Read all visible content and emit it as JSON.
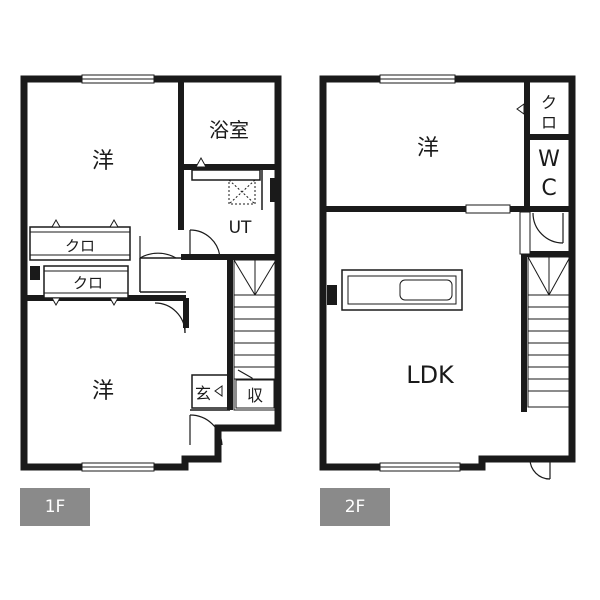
{
  "floor1": {
    "badge": "1F",
    "rooms": {
      "western_top": "洋",
      "bath": "浴室",
      "utility": "UT",
      "closet_upper": "クロ",
      "closet_lower": "クロ",
      "western_bottom": "洋",
      "entrance": "玄",
      "storage": "収"
    }
  },
  "floor2": {
    "badge": "2F",
    "rooms": {
      "western": "洋",
      "closet_ku": "ク",
      "closet_ro": "ロ",
      "wc_w": "W",
      "wc_c": "C",
      "ldk": "LDK"
    }
  },
  "colors": {
    "wall": "#1a1a1a",
    "badge": "#8a8a8a",
    "window": "#ffffff"
  }
}
